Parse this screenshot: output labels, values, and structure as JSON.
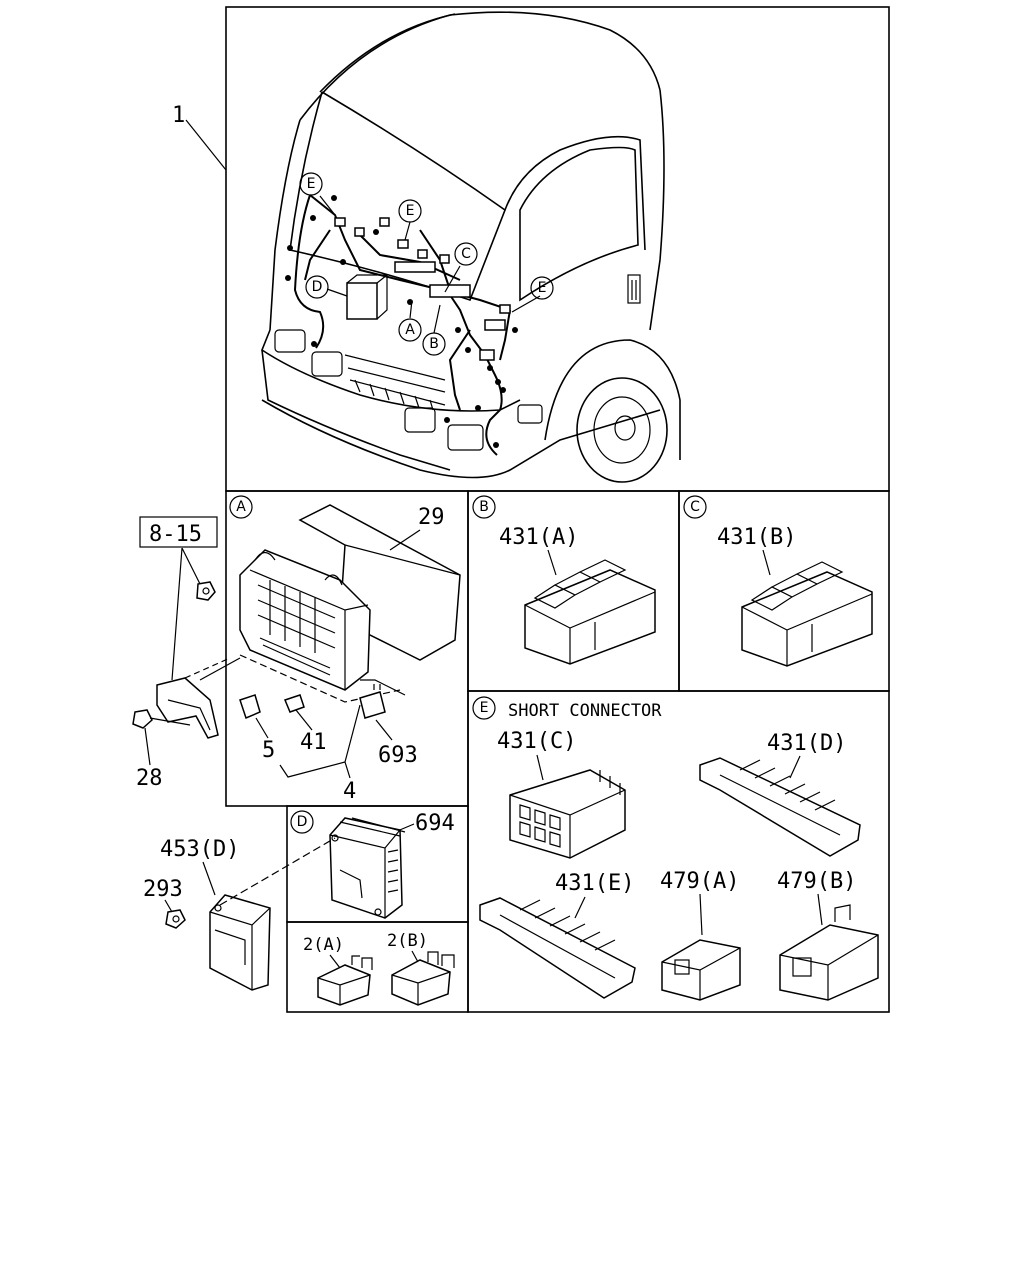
{
  "callouts": {
    "main_assembly": "1",
    "ref_box": "8-15",
    "bolt": "28",
    "nut": "293",
    "relay_box_cover": "29",
    "fuse_5": "5",
    "fuse_41": "41",
    "relay_693": "693",
    "group_4": "4",
    "ecu": "453(D)",
    "module_694": "694",
    "relay_2a": "2(A)",
    "relay_2b": "2(B)",
    "conn_431a": "431(A)",
    "conn_431b": "431(B)",
    "conn_431c": "431(C)",
    "conn_431d": "431(D)",
    "conn_431e": "431(E)",
    "conn_479a": "479(A)",
    "conn_479b": "479(B)"
  },
  "markers": {
    "a": "A",
    "b": "B",
    "c": "C",
    "d": "D",
    "e": "E"
  },
  "panels": {
    "short_connector_title": "SHORT CONNECTOR"
  }
}
